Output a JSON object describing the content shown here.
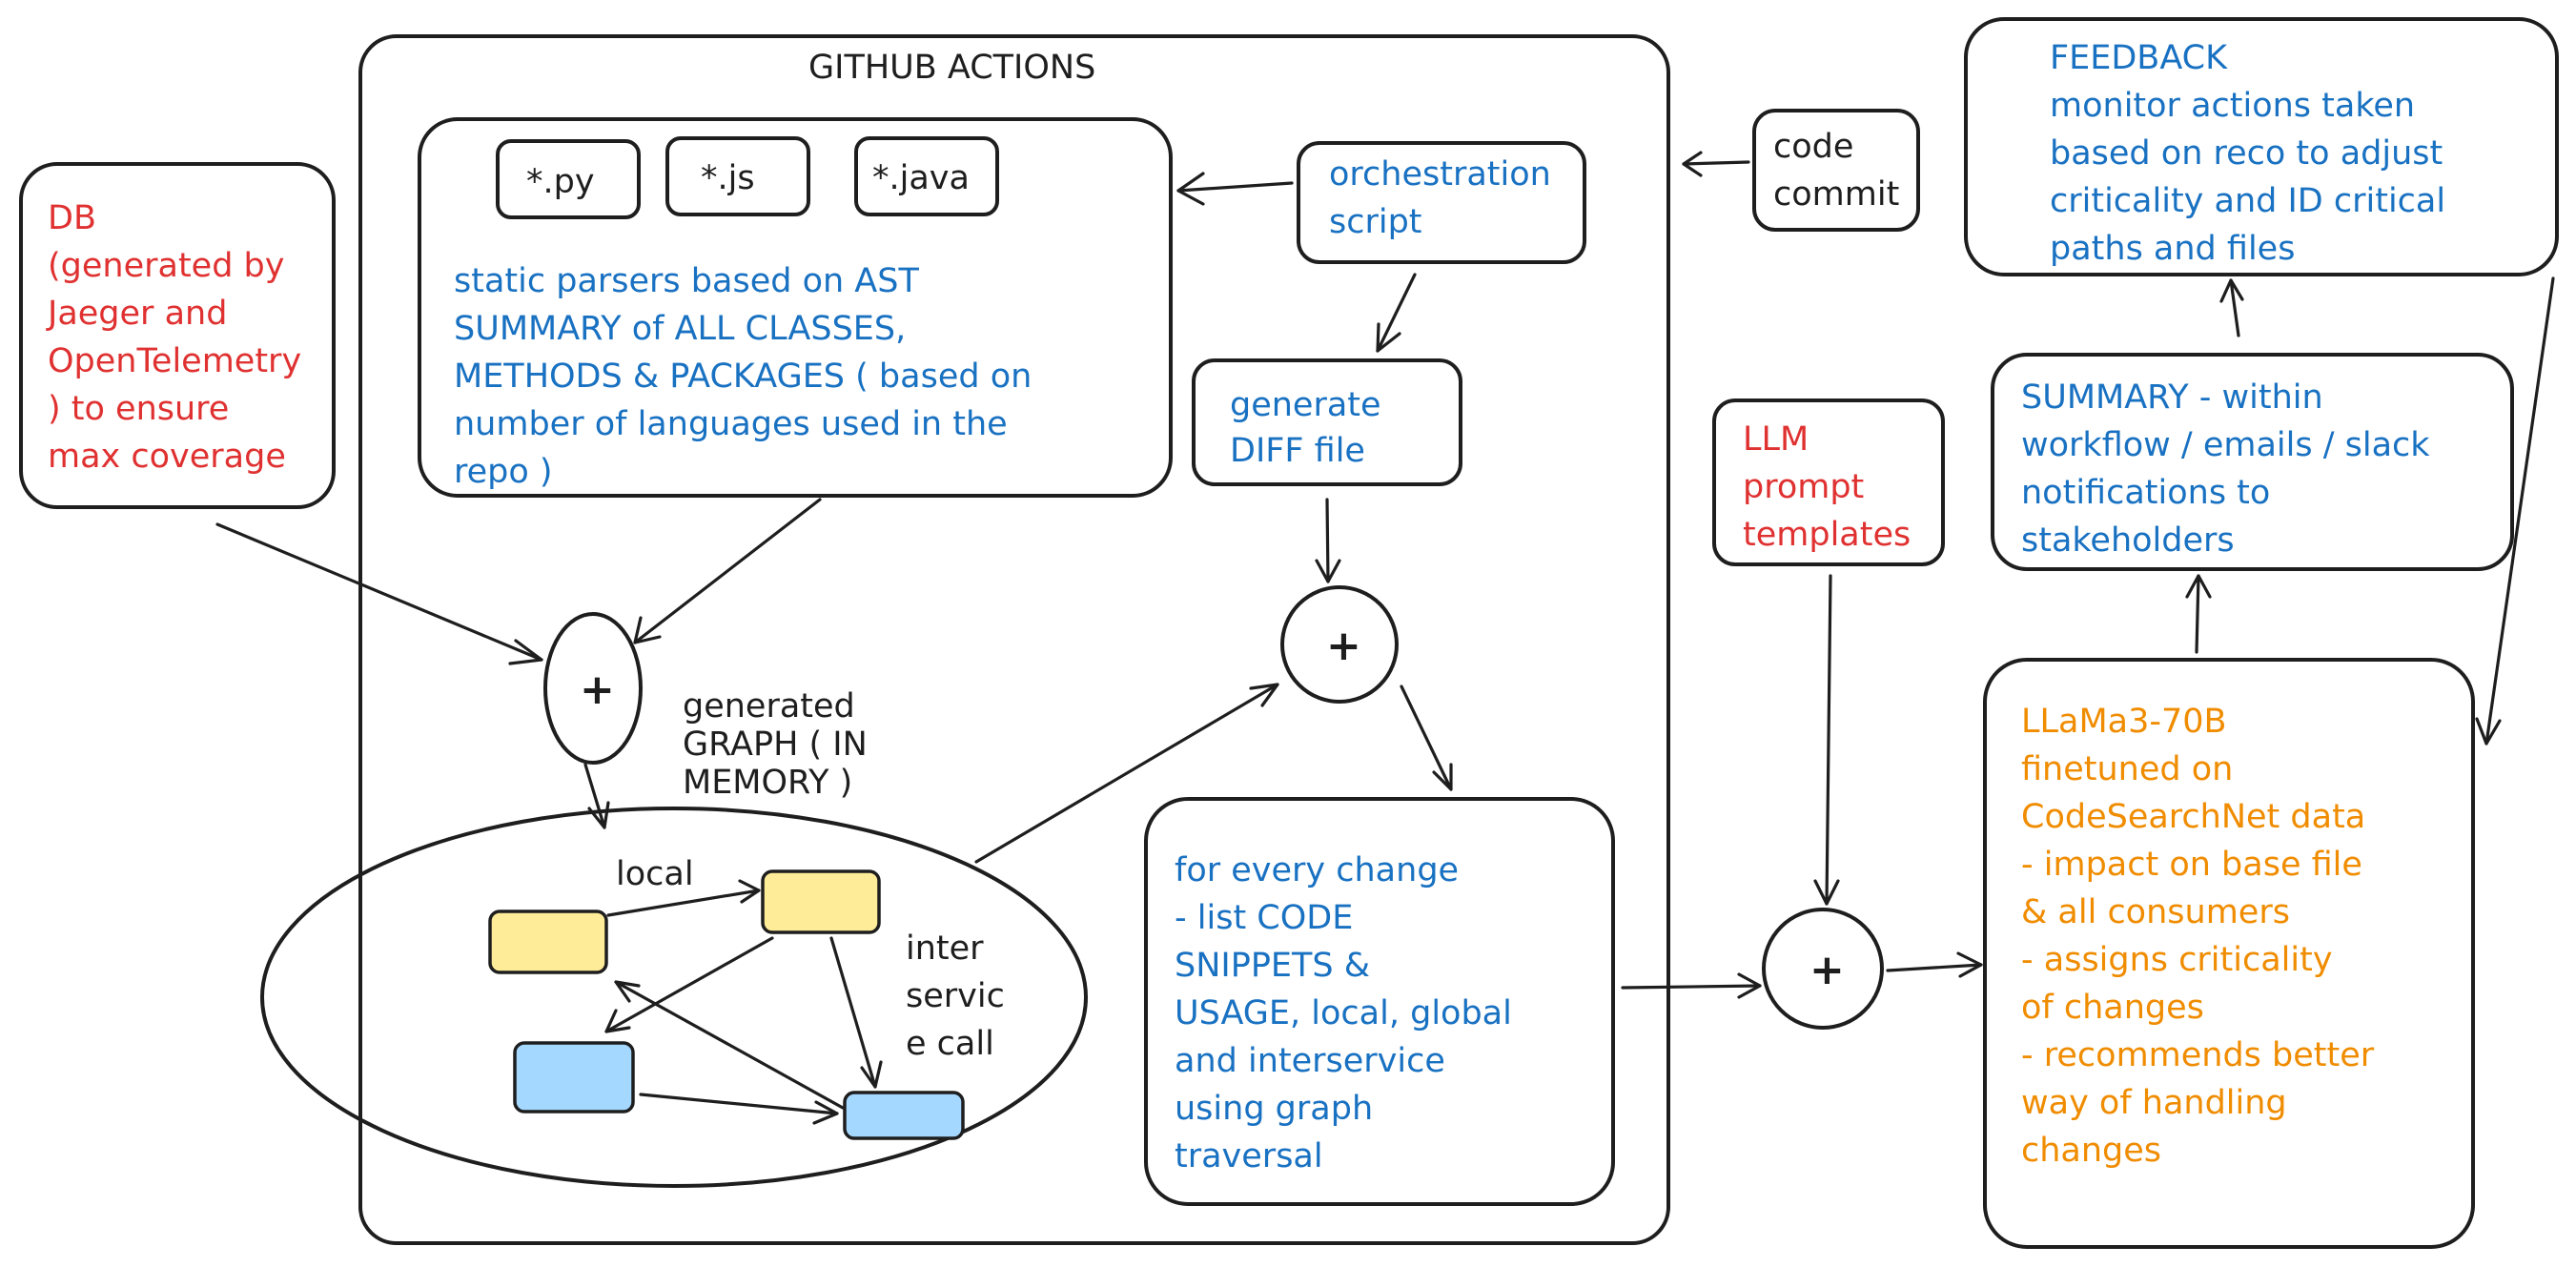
{
  "diagram": {
    "title": "GITHUB ACTIONS",
    "file_types": [
      "*.py",
      "*.js",
      "*.java"
    ],
    "parsers": [
      "static parsers based on AST",
      "SUMMARY of ALL CLASSES,",
      "METHODS & PACKAGES ( based on",
      "number of languages used in the",
      "repo )"
    ],
    "orchestration": [
      "orchestration",
      "script"
    ],
    "code_commit": [
      "code",
      "commit"
    ],
    "feedback": [
      "FEEDBACK",
      "monitor actions taken",
      "based on reco to adjust",
      "criticality and ID critical",
      "paths and files"
    ],
    "db": [
      "DB",
      "(generated by",
      "Jaeger and",
      "OpenTelemetry",
      ") to ensure",
      "max coverage"
    ],
    "diff": [
      "generate",
      "DIFF file"
    ],
    "llm": [
      "LLM",
      "prompt",
      "templates"
    ],
    "summary": [
      "SUMMARY - within",
      "workflow / emails / slack",
      "notifications to",
      "stakeholders"
    ],
    "graph_label": [
      "generated",
      "GRAPH ( IN",
      "MEMORY )"
    ],
    "local_label": "local",
    "interservice_label": [
      "inter",
      "servic",
      "e call"
    ],
    "change": [
      "for every change",
      "- list CODE",
      "SNIPPETS &",
      "USAGE, local, global",
      "and interservice",
      "using graph",
      "traversal"
    ],
    "llama": [
      "LLaMa3-70B",
      "finetuned on",
      "CodeSearchNet data",
      "- impact on base file",
      "& all consumers",
      "- assigns criticality",
      "of changes",
      "- recommends better",
      "way of handling",
      "changes"
    ],
    "plus": "+",
    "colors": {
      "blue": "#1971c2",
      "red": "#e03131",
      "orange": "#f08c00",
      "yellow": "#ffec99",
      "light_blue": "#a5d8ff",
      "stroke": "#1e1e1e"
    }
  }
}
